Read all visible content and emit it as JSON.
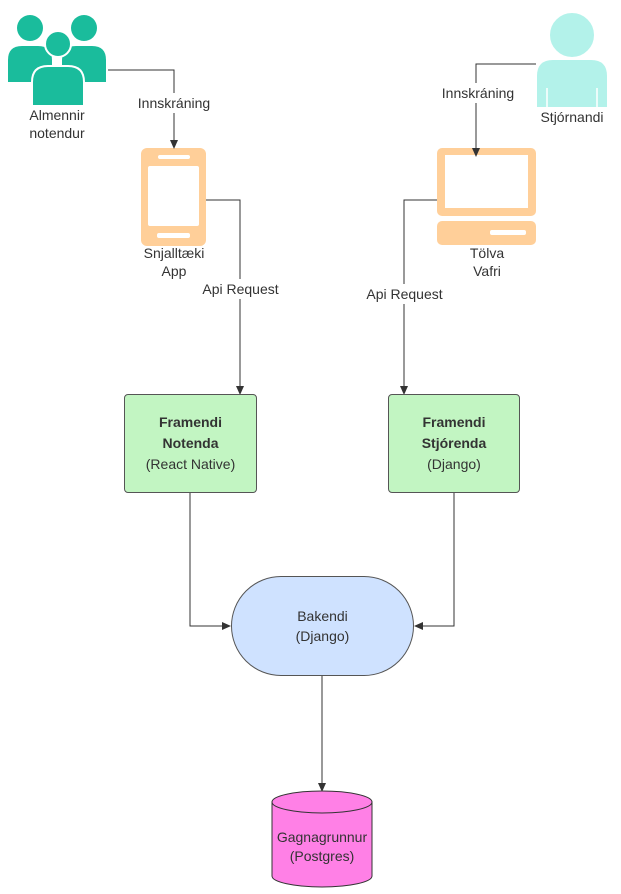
{
  "actors": {
    "users": {
      "icon": "users-group-icon",
      "color": "#1abc9c",
      "line1": "Almennir",
      "line2": "notendur"
    },
    "admin": {
      "icon": "user-icon",
      "color": "#b3f2ea",
      "name": "Stjórnandi"
    }
  },
  "devices": {
    "phone": {
      "icon": "smartphone-icon",
      "color": "#ffcf99",
      "line1": "Snjalltæki",
      "line2": "App"
    },
    "computer": {
      "icon": "desktop-computer-icon",
      "color": "#ffcf99",
      "line1": "Tölva",
      "line2": "Vafri"
    }
  },
  "edges": {
    "login_users": "Innskráning",
    "login_admin": "Innskráning",
    "api_users": "Api Request",
    "api_admin": "Api Request"
  },
  "frontends": {
    "users": {
      "title1": "Framendi",
      "title2": "Notenda",
      "tech": "(React Native)"
    },
    "admin": {
      "title1": "Framendi",
      "title2": "Stjórenda",
      "tech": "(Django)"
    }
  },
  "backend": {
    "name": "Bakendi",
    "tech": "(Django)"
  },
  "database": {
    "name": "Gagnagrunnur",
    "tech": "(Postgres)",
    "color": "#ff80e6"
  },
  "colors": {
    "frontend_fill": "#c2f5c2",
    "backend_fill": "#cfe2ff",
    "line": "#333333"
  }
}
